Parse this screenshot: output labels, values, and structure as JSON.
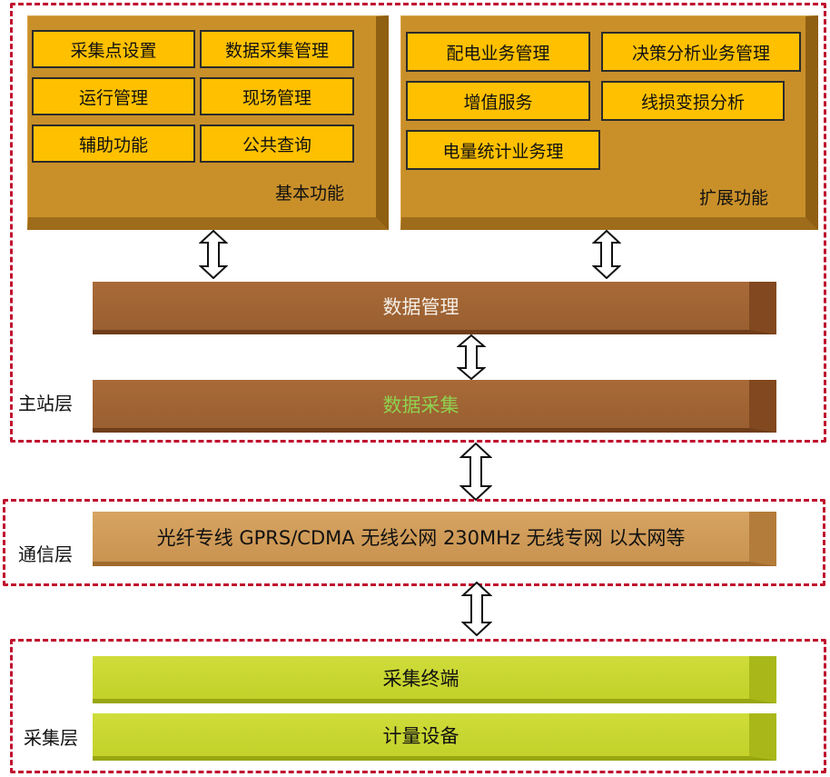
{
  "colors": {
    "frame": "#c0112f",
    "panel": "#c9902a",
    "func_box": "#ffc000",
    "bar_brown": "#a86a37",
    "bar_tan": "#d7a462",
    "bar_green": "#c9d632",
    "text_light": "#f4eee6",
    "text_green": "#8fd14f"
  },
  "master_layer": {
    "label": "主站层",
    "basic": {
      "title": "基本功能",
      "items": [
        "采集点设置",
        "数据采集管理",
        "运行管理",
        "现场管理",
        "辅助功能",
        "公共查询"
      ]
    },
    "extended": {
      "title": "扩展功能",
      "items": [
        "配电业务管理",
        "决策分析业务管理",
        "增值服务",
        "线损变损分析",
        "电量统计业务理"
      ]
    },
    "data_management": "数据管理",
    "data_collection": "数据采集"
  },
  "comm_layer": {
    "label": "通信层",
    "bar": "光纤专线 GPRS/CDMA 无线公网 230MHz 无线专网 以太网等"
  },
  "collect_layer": {
    "label": "采集层",
    "terminal": "采集终端",
    "meter": "计量设备"
  },
  "icons": {
    "arrow": "double-arrow-vertical-icon"
  }
}
